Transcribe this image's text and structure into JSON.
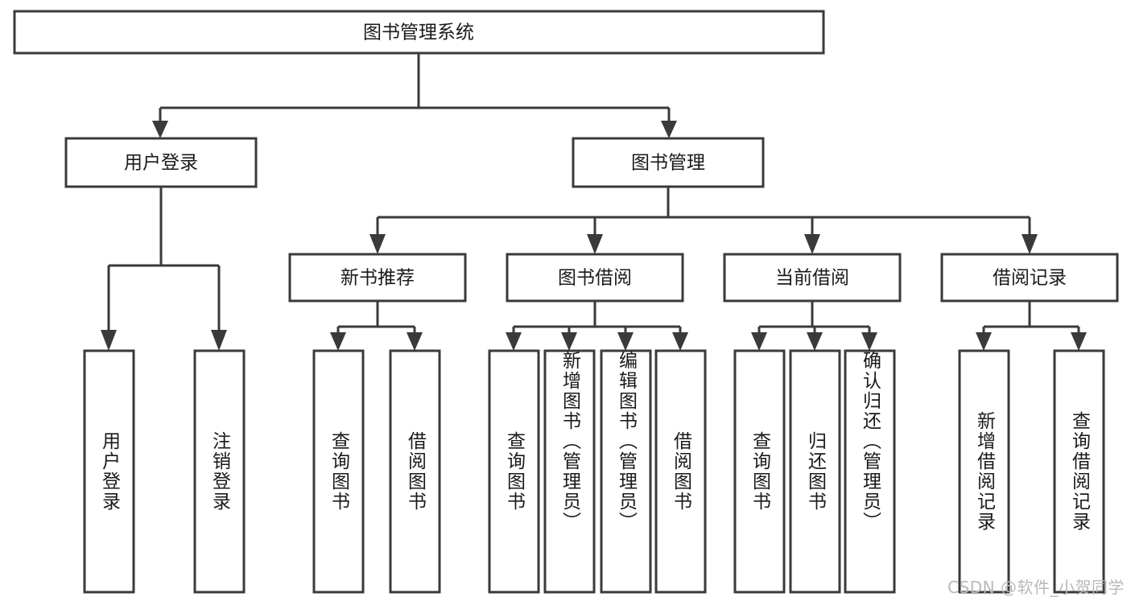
{
  "diagram": {
    "title": "图书管理系统",
    "type": "tree",
    "orientation": "top-down",
    "watermark": "CSDN @软件_小贺同学",
    "colors": {
      "box_fill": "#ffffff",
      "box_stroke": "#3a3a3a",
      "text": "#1a1a1a",
      "background": "#ffffff",
      "watermark": "#b9b9b9"
    },
    "root": {
      "label": "图书管理系统"
    },
    "level2": [
      {
        "label": "用户登录"
      },
      {
        "label": "图书管理"
      }
    ],
    "level3": [
      {
        "label": "新书推荐"
      },
      {
        "label": "图书借阅"
      },
      {
        "label": "当前借阅"
      },
      {
        "label": "借阅记录"
      }
    ],
    "leaves": {
      "user_login": [
        {
          "label": "用户登录"
        },
        {
          "label": "注销登录"
        }
      ],
      "new_book_recommend": [
        {
          "label": "查询图书"
        },
        {
          "label": "借阅图书"
        }
      ],
      "book_borrow": [
        {
          "label": "查询图书"
        },
        {
          "label": "新增图书（管理员）"
        },
        {
          "label": "编辑图书（管理员）"
        },
        {
          "label": "借阅图书"
        }
      ],
      "current_borrow": [
        {
          "label": "查询图书"
        },
        {
          "label": "归还图书"
        },
        {
          "label": "确认归还（管理员）"
        }
      ],
      "borrow_record": [
        {
          "label": "新增借阅记录"
        },
        {
          "label": "查询借阅记录"
        }
      ]
    }
  }
}
